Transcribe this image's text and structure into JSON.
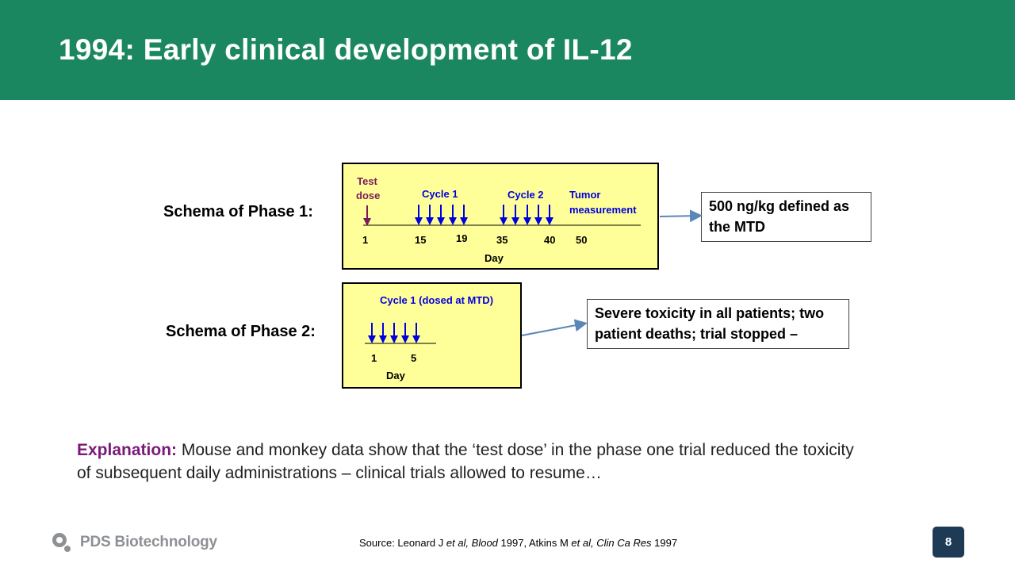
{
  "header": {
    "title": "1994: Early clinical development of IL-12"
  },
  "phase1": {
    "label": "Schema of Phase 1:",
    "test_dose_label_line1": "Test",
    "test_dose_label_line2": "dose",
    "cycle1_label": "Cycle 1",
    "cycle2_label": "Cycle 2",
    "tumor_label_line1": "Tumor",
    "tumor_label_line2": "measurement",
    "ticks": [
      "1",
      "15",
      "19",
      "35",
      "40",
      "50"
    ],
    "axis_label": "Day",
    "result": "500 ng/kg defined as the MTD"
  },
  "phase2": {
    "label": "Schema of Phase 2:",
    "cycle_label": "Cycle 1 (dosed at MTD)",
    "ticks": [
      "1",
      "5"
    ],
    "axis_label": "Day",
    "result": "Severe toxicity in all patients; two patient deaths; trial stopped –"
  },
  "explanation": {
    "label": "Explanation:",
    "text": " Mouse and monkey data show that the ‘test dose’ in the phase one trial reduced the toxicity of subsequent daily administrations – clinical trials allowed to resume…"
  },
  "footer": {
    "logo_text": "PDS Biotechnology",
    "source_prefix": "Source: Leonard J ",
    "source_etal1": "et al, Blood",
    "source_mid": " 1997, Atkins M ",
    "source_etal2": "et al, Clin Ca Res",
    "source_suffix": " 1997",
    "page_number": "8"
  },
  "colors": {
    "header_bg": "#1a8760",
    "schema_bg": "#ffff99",
    "dose_arrow": "#0000dd",
    "test_dose_arrow": "#7a1a5a",
    "connector": "#5b87b8",
    "explanation_label": "#7a1a78",
    "page_badge": "#1f3a55"
  }
}
